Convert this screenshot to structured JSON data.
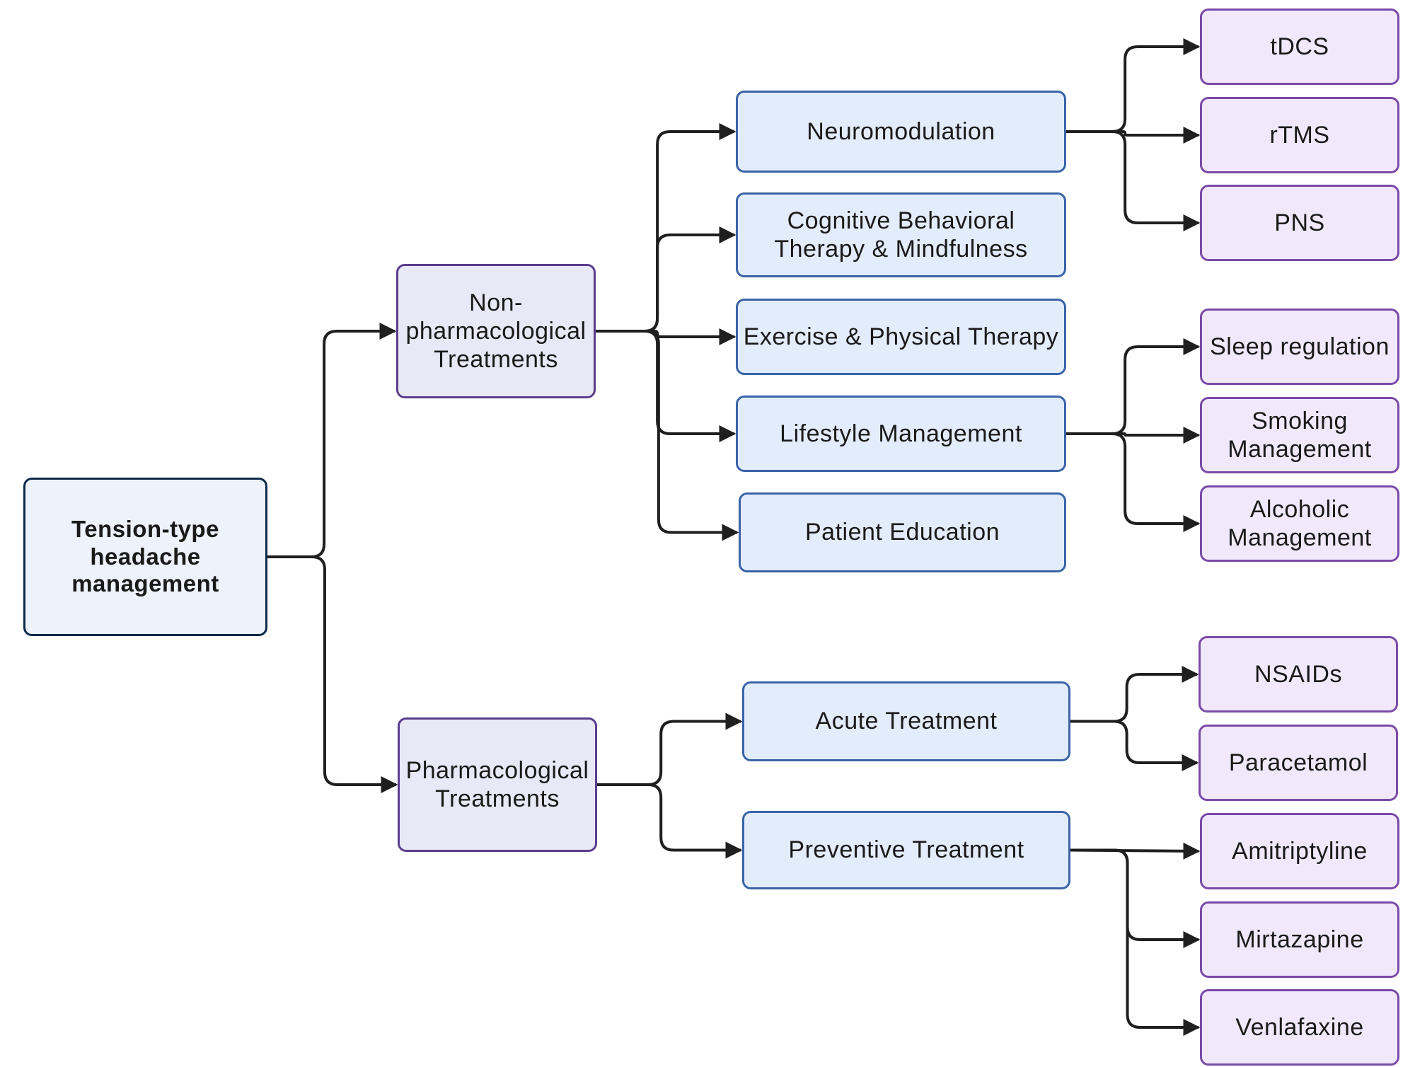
{
  "colors": {
    "root_fill": "#eef2fb",
    "root_border": "#0d2b4a",
    "category_fill": "#e9e8f6",
    "category_border": "#5b3d8f",
    "approach_fill": "#e3ecfb",
    "approach_border": "#3a64a8",
    "leaf_fill": "#f1e9fb",
    "leaf_border": "#7a4aa8",
    "connector": "#1f1f1f"
  },
  "root": {
    "label": "Tension-type headache management"
  },
  "categories": {
    "nonpharm": {
      "label": "Non-pharmacological Treatments"
    },
    "pharm": {
      "label": "Pharmacological Treatments"
    }
  },
  "approaches": {
    "neuromodulation": {
      "label": "Neuromodulation"
    },
    "cbt": {
      "label": "Cognitive Behavioral Therapy & Mindfulness"
    },
    "exercise": {
      "label": "Exercise & Physical Therapy"
    },
    "lifestyle": {
      "label": "Lifestyle Management"
    },
    "education": {
      "label": "Patient Education"
    },
    "acute": {
      "label": "Acute Treatment"
    },
    "preventive": {
      "label": "Preventive Treatment"
    }
  },
  "leaves": {
    "tdcs": {
      "label": "tDCS"
    },
    "rtms": {
      "label": "rTMS"
    },
    "pns": {
      "label": "PNS"
    },
    "sleep": {
      "label": "Sleep regulation"
    },
    "smoking": {
      "label": "Smoking Management"
    },
    "alcoholic": {
      "label": "Alcoholic Management"
    },
    "nsaids": {
      "label": "NSAIDs"
    },
    "paracetamol": {
      "label": "Paracetamol"
    },
    "amitriptyline": {
      "label": "Amitriptyline"
    },
    "mirtazapine": {
      "label": "Mirtazapine"
    },
    "venlafaxine": {
      "label": "Venlafaxine"
    }
  },
  "edges": [
    [
      "root",
      "nonpharm"
    ],
    [
      "root",
      "pharm"
    ],
    [
      "nonpharm",
      "neuromodulation"
    ],
    [
      "nonpharm",
      "cbt"
    ],
    [
      "nonpharm",
      "exercise"
    ],
    [
      "nonpharm",
      "lifestyle"
    ],
    [
      "nonpharm",
      "education"
    ],
    [
      "pharm",
      "acute"
    ],
    [
      "pharm",
      "preventive"
    ],
    [
      "neuromodulation",
      "tdcs"
    ],
    [
      "neuromodulation",
      "rtms"
    ],
    [
      "neuromodulation",
      "pns"
    ],
    [
      "lifestyle",
      "sleep"
    ],
    [
      "lifestyle",
      "smoking"
    ],
    [
      "lifestyle",
      "alcoholic"
    ],
    [
      "acute",
      "nsaids"
    ],
    [
      "acute",
      "paracetamol"
    ],
    [
      "preventive",
      "amitriptyline"
    ],
    [
      "preventive",
      "mirtazapine"
    ],
    [
      "preventive",
      "venlafaxine"
    ]
  ]
}
